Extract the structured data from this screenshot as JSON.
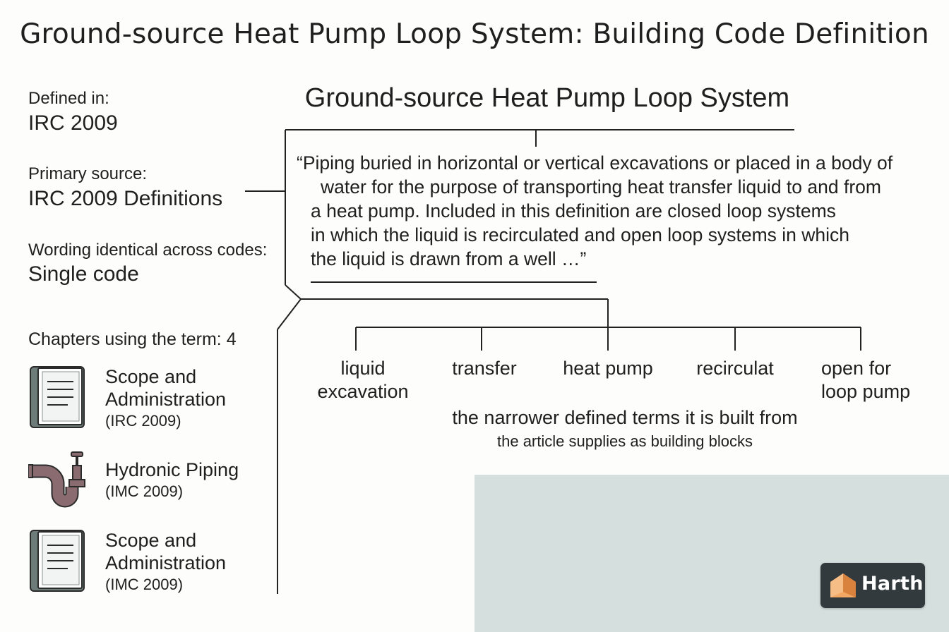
{
  "page": {
    "title": "Ground-source Heat Pump Loop System: Building Code Definition"
  },
  "meta": {
    "defined_in": {
      "label": "Defined in:",
      "value": "IRC 2009"
    },
    "primary_source": {
      "label": "Primary source:",
      "value": "IRC 2009 Definitions"
    },
    "wording": {
      "label": "Wording identical across codes:",
      "value": "Single code"
    }
  },
  "chapters": {
    "heading": "Chapters using the term:",
    "count": "4",
    "items": [
      {
        "title_line1": "Scope and",
        "title_line2": "Administration",
        "code": "(IRC 2009)",
        "icon": "book-icon"
      },
      {
        "title_line1": "Hydronic Piping",
        "title_line2": "",
        "code": "(IMC 2009)",
        "icon": "pipe-valve-icon"
      },
      {
        "title_line1": "Scope and",
        "title_line2": "Administration",
        "code": "(IMC 2009)",
        "icon": "book-icon"
      }
    ]
  },
  "definition": {
    "term": "Ground-source Heat Pump Loop System",
    "lines": [
      "“Piping buried in horizontal or vertical excavations or placed in a body of",
      "water for the purpose of transporting heat transfer liquid to and from",
      "a heat pump. Included in this definition are closed loop systems",
      "in which the liquid is recirculated and open loop systems in which",
      "the liquid is drawn from a well …”"
    ]
  },
  "building_blocks": {
    "terms": [
      {
        "line1": "liquid",
        "line2": "excavation"
      },
      {
        "line1": "transfer",
        "line2": ""
      },
      {
        "line1": "heat pump",
        "line2": ""
      },
      {
        "line1": "recirculat",
        "line2": ""
      },
      {
        "line1": "open for",
        "line2": "loop pump"
      }
    ],
    "caption": "the narrower defined terms it is built from",
    "subcaption": "the article supplies as building blocks"
  },
  "brand": {
    "name": "Harth",
    "accent": "#f2a765"
  },
  "colors": {
    "panel": "#d5dfdd",
    "book_cover": "#6d7c78",
    "pipe": "#8a6c70"
  }
}
